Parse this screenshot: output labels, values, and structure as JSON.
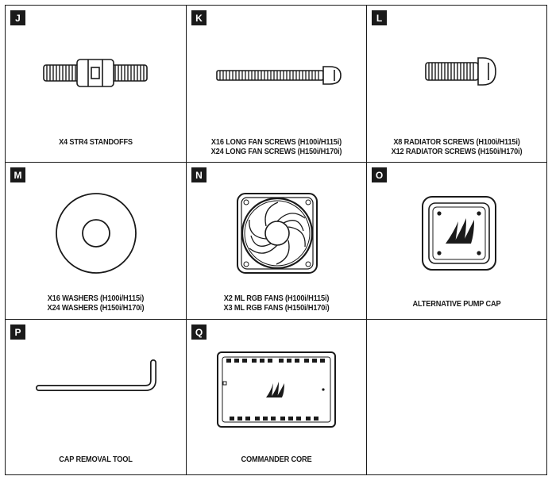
{
  "items": [
    {
      "letter": "J",
      "line1": "X4 STR4 STANDOFFS",
      "line2": ""
    },
    {
      "letter": "K",
      "line1": "X16 LONG FAN SCREWS (H100i/H115i)",
      "line2": "X24 LONG FAN SCREWS (H150i/H170i)"
    },
    {
      "letter": "L",
      "line1": "X8 RADIATOR SCREWS (H100i/H115i)",
      "line2": "X12 RADIATOR SCREWS (H150i/H170i)"
    },
    {
      "letter": "M",
      "line1": "X16 WASHERS (H100i/H115i)",
      "line2": "X24 WASHERS (H150i/H170i)"
    },
    {
      "letter": "N",
      "line1": "X2 ML RGB FANS (H100i/H115i)",
      "line2": "X3 ML RGB FANS (H150i/H170i)"
    },
    {
      "letter": "O",
      "line1": "ALTERNATIVE PUMP CAP",
      "line2": ""
    },
    {
      "letter": "P",
      "line1": "CAP REMOVAL TOOL",
      "line2": ""
    },
    {
      "letter": "Q",
      "line1": "COMMANDER CORE",
      "line2": ""
    }
  ]
}
